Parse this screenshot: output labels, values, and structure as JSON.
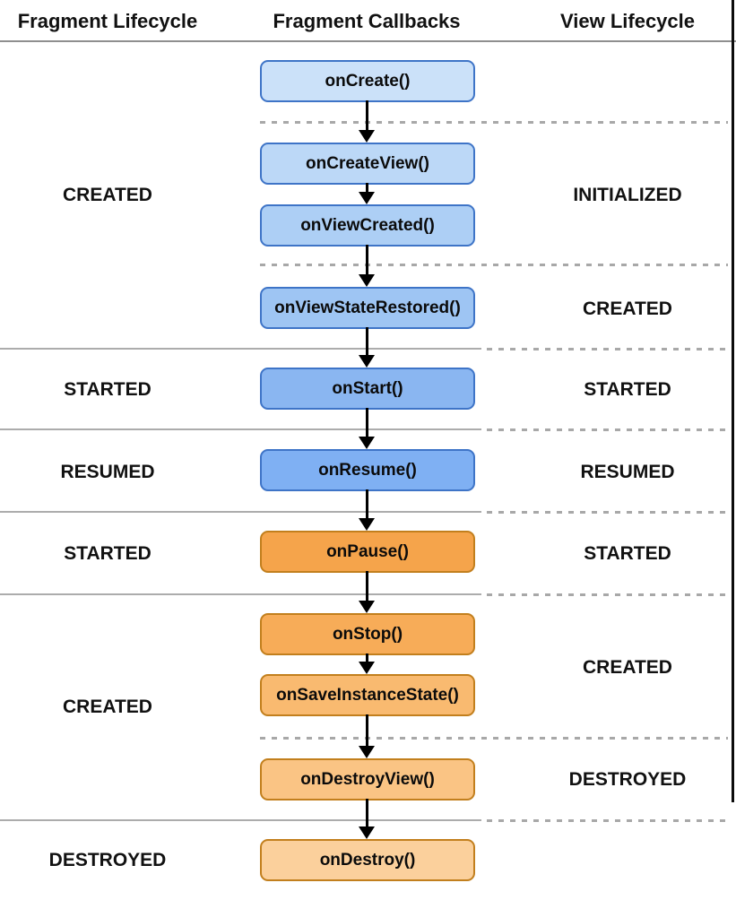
{
  "header": {
    "columns": [
      {
        "label": "Fragment Lifecycle"
      },
      {
        "label": "Fragment Callbacks"
      },
      {
        "label": "View Lifecycle"
      }
    ]
  },
  "fragment_states": [
    {
      "label": "CREATED"
    },
    {
      "label": "STARTED"
    },
    {
      "label": "RESUMED"
    },
    {
      "label": "STARTED"
    },
    {
      "label": "CREATED"
    },
    {
      "label": "DESTROYED"
    }
  ],
  "view_states": [
    {
      "label": "INITIALIZED"
    },
    {
      "label": "CREATED"
    },
    {
      "label": "STARTED"
    },
    {
      "label": "RESUMED"
    },
    {
      "label": "STARTED"
    },
    {
      "label": "CREATED"
    },
    {
      "label": "DESTROYED"
    }
  ],
  "callbacks": [
    {
      "label": "onCreate()",
      "fill": "#CBE1F9",
      "border": "#3E74C7"
    },
    {
      "label": "onCreateView()",
      "fill": "#BCD8F7",
      "border": "#3E74C7"
    },
    {
      "label": "onViewCreated()",
      "fill": "#ADCFF5",
      "border": "#3E74C7"
    },
    {
      "label": "onViewStateRestored()",
      "fill": "#9EC5F3",
      "border": "#3E74C7"
    },
    {
      "label": "onStart()",
      "fill": "#8AB6F1",
      "border": "#3E74C7"
    },
    {
      "label": "onResume()",
      "fill": "#7FB0F3",
      "border": "#3E74C7"
    },
    {
      "label": "onPause()",
      "fill": "#F5A44B",
      "border": "#C27F1D"
    },
    {
      "label": "onStop()",
      "fill": "#F7AC58",
      "border": "#C27F1D"
    },
    {
      "label": "onSaveInstanceState()",
      "fill": "#F9BA70",
      "border": "#C27F1D"
    },
    {
      "label": "onDestroyView()",
      "fill": "#FAC484",
      "border": "#C27F1D"
    },
    {
      "label": "onDestroy()",
      "fill": "#FBD09C",
      "border": "#C27F1D"
    }
  ],
  "colors": {
    "header_rule": "#8F8F8F",
    "solid_section_line": "#ACACAC",
    "dashed_section_line": "#A8A8A8",
    "arrow": "#000000",
    "right_border": "#0C0C0C",
    "text": "#111111"
  }
}
